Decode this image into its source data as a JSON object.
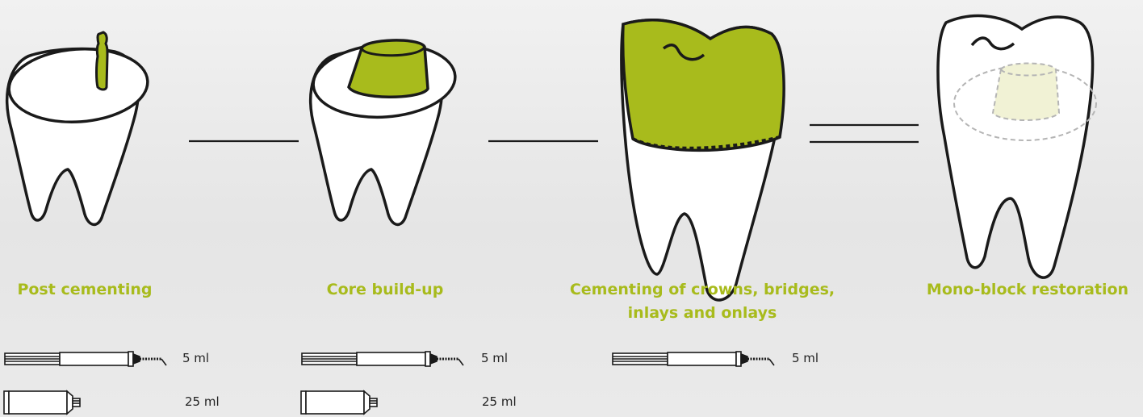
{
  "colors": {
    "accent": "#a8bb1c",
    "accent_light": "#f1f2d5",
    "outline": "#1a1a1a",
    "tooth_fill": "#ffffff",
    "ghost_outline": "#b5b5b5"
  },
  "steps": [
    {
      "caption": "Post cementing",
      "icons": [
        "tooth-with-post-icon"
      ]
    },
    {
      "caption": "Core build-up",
      "icons": [
        "tooth-with-core-icon"
      ]
    },
    {
      "caption": "Cementing of crowns, bridges, inlays and onlays",
      "caption_line1": "Cementing of crowns, bridges,",
      "caption_line2": "inlays and onlays",
      "icons": [
        "tooth-with-crown-icon"
      ]
    },
    {
      "caption": "Mono-block restoration",
      "icons": [
        "tooth-monoblock-icon"
      ]
    }
  ],
  "connectors": [
    "single-line",
    "single-line",
    "double-line"
  ],
  "packages": [
    {
      "step": 1,
      "syringe_label": "5 ml",
      "cartridge_label": "25 ml"
    },
    {
      "step": 2,
      "syringe_label": "5 ml",
      "cartridge_label": "25 ml"
    },
    {
      "step": 3,
      "syringe_label": "5 ml"
    }
  ]
}
